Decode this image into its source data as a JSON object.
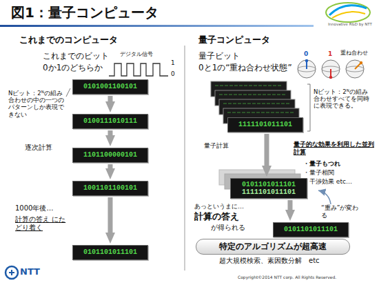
{
  "diagram": {
    "title": "図1：量子コンピュータ",
    "nodes": [
      {
        "text": [
          "0101001100101"
        ]
      },
      {
        "text": [
          "0100111010111"
        ]
      },
      {
        "text": [
          "1101100000101"
        ]
      },
      {
        "text": [
          "1001101100101"
        ]
      },
      {
        "text": [
          "0101101011101"
        ]
      },
      {
        "text": [
          "1111101011101"
        ]
      },
      {
        "text": [
          "0101101011101",
          "1111101011101"
        ]
      },
      {
        "text": [
          "0101101011101"
        ]
      },
      {
        "text": [
          "特定のアルゴリズムが超高速"
        ]
      }
    ],
    "edges": [
      {
        "from": 0,
        "to": 1,
        "arrow": "to"
      },
      {
        "from": 1,
        "to": 2,
        "arrow": "to"
      },
      {
        "from": 2,
        "to": 3,
        "arrow": "to"
      },
      {
        "from": 3,
        "to": 4,
        "arrow": "to"
      },
      {
        "from": 5,
        "to": 6,
        "arrow": "to"
      },
      {
        "from": 6,
        "to": 7,
        "arrow": "to"
      }
    ],
    "labels": [
      "これまでのコンピュータ",
      "これまでのビット",
      "0か1のどちらか",
      "デジタル信号",
      "1",
      "0",
      "Nビット：2ᴺの組み合わせの中の一つのパターンしか表現できない",
      "逐次計算",
      "1000年後…",
      "計算の答え にたどり着く",
      "量子コンピュータ",
      "量子ビット",
      "0と1の“重ね合わせ状態”",
      "0",
      "1",
      "重ね合わせ",
      "Nビット：2ᴺの組み合わせすべてを同時に表現できる。",
      "量子計算",
      "量子的な効果を利用した並列計算",
      "・量子もつれ",
      "・量子相関",
      "・干渉効果 etc…",
      "“重み”が変わる",
      "あっというまに…",
      "計算の答え",
      "が得られる",
      "超大規模検索、素因数分解　etc",
      "Innovative R&D by NTT",
      "NTT",
      "Copyright©2014 NTT corp. All Rights Reserved."
    ]
  }
}
